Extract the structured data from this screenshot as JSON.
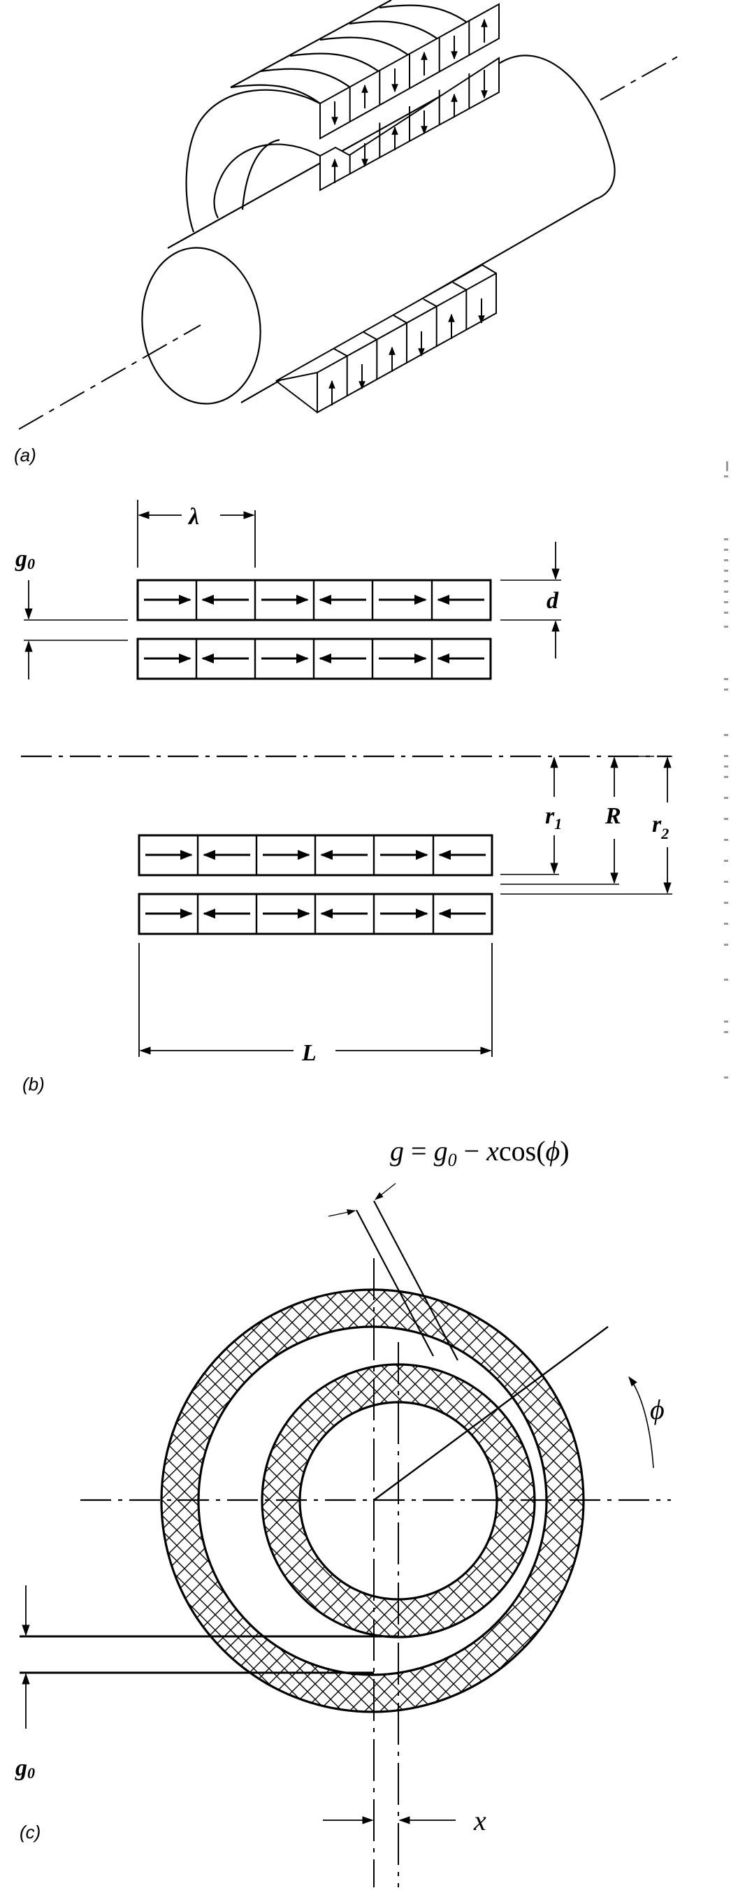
{
  "figure": {
    "description": "Tubular permanent-magnet bearing/actuator with Halbach-style magnet rings",
    "panels": [
      {
        "id": "a",
        "label": "(a)",
        "content": "Isometric view of cylindrical shaft with axially-magnetized magnet rings (cutaway)",
        "upper_array_top_row_arrows": [
          "down",
          "up",
          "down",
          "up",
          "down",
          "up"
        ],
        "upper_array_bottom_row_arrows": [
          "up",
          "down",
          "up",
          "down",
          "up",
          "down"
        ],
        "lower_array_arrows": [
          "up",
          "down",
          "up",
          "down",
          "up",
          "down"
        ]
      },
      {
        "id": "b",
        "label": "(b)",
        "content": "Cross-section of magnet rings along axis",
        "dimension_labels": {
          "wavelength": "λ",
          "gap": "g",
          "gap_sub": "0",
          "thickness": "d",
          "inner_radius": "r",
          "inner_radius_sub": "1",
          "mean_radius": "R",
          "outer_radius": "r",
          "outer_radius_sub": "2",
          "length": "L"
        },
        "upper_rows_arrows": [
          "right",
          "left",
          "right",
          "left",
          "right",
          "left"
        ],
        "lower_rows_arrows": [
          "right",
          "left",
          "right",
          "left",
          "right",
          "left"
        ]
      },
      {
        "id": "c",
        "label": "(c)",
        "content": "End view showing eccentric rotor displacement x within stator ring",
        "equation": {
          "lhs": "g",
          "eq": " = ",
          "g0_main": "g",
          "g0_sub": "0",
          "minus": " − ",
          "x": "x",
          "func": "cos",
          "open": "(",
          "phi": "ϕ",
          "close": ")"
        },
        "angle_label": "ϕ",
        "gap_label": "g",
        "gap_label_sub": "0",
        "displacement_label": "x"
      }
    ]
  },
  "colors": {
    "ink": "#000000",
    "paper": "#ffffff",
    "bleed": "#9a9a9a"
  }
}
